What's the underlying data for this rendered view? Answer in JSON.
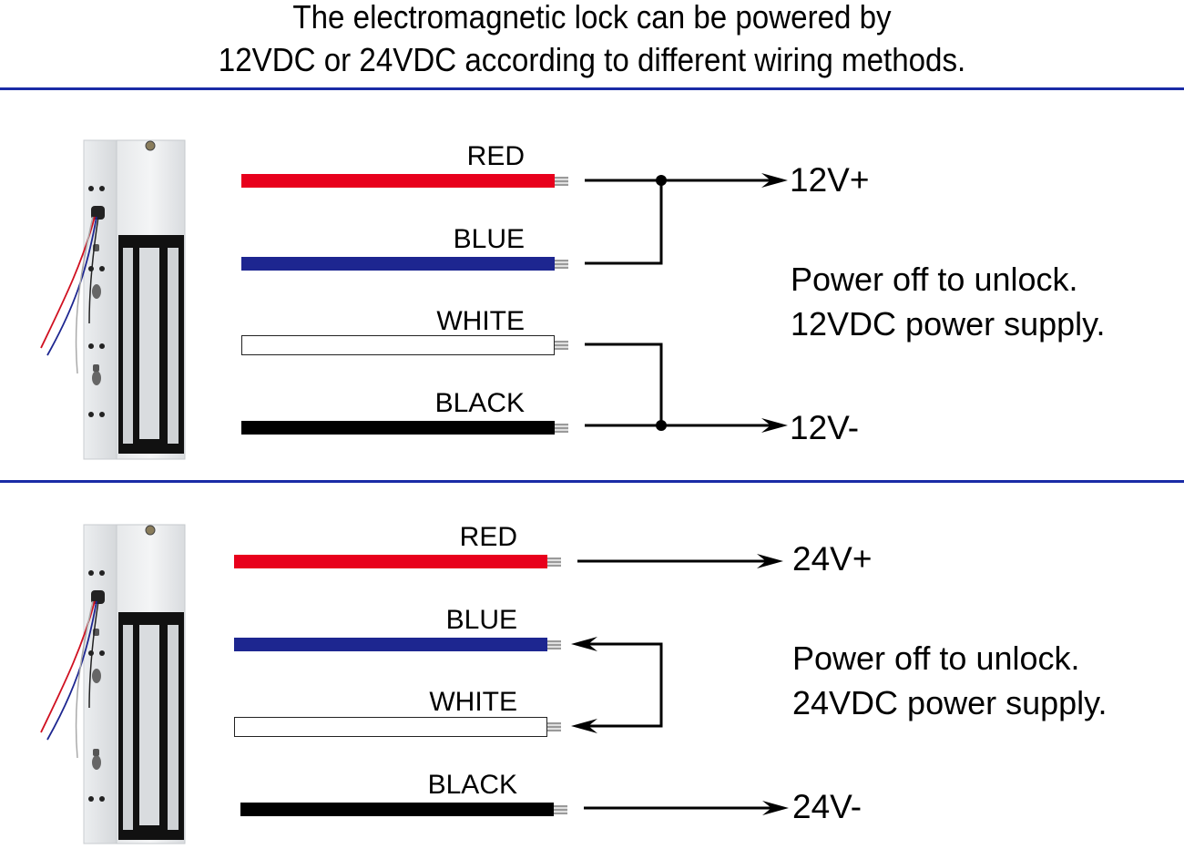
{
  "title": {
    "line1": "The electromagnetic lock can be powered by",
    "line2": "12VDC or 24VDC according to different wiring methods."
  },
  "colors": {
    "divider": "#1a2ba6",
    "red_wire": "#e8001c",
    "blue_wire": "#1d2690",
    "white_wire": "#ffffff",
    "black_wire": "#000000"
  },
  "sections": [
    {
      "id": "12v",
      "wires": [
        {
          "label": "RED",
          "color": "red"
        },
        {
          "label": "BLUE",
          "color": "blue"
        },
        {
          "label": "WHITE",
          "color": "white"
        },
        {
          "label": "BLACK",
          "color": "black"
        }
      ],
      "outputs": {
        "positive": "12V+",
        "negative": "12V-"
      },
      "connections": "RED+BLUE joined to 12V+; WHITE+BLACK joined to 12V-",
      "note": {
        "line1": "Power off to unlock.",
        "line2": "12VDC power supply."
      }
    },
    {
      "id": "24v",
      "wires": [
        {
          "label": "RED",
          "color": "red"
        },
        {
          "label": "BLUE",
          "color": "blue"
        },
        {
          "label": "WHITE",
          "color": "white"
        },
        {
          "label": "BLACK",
          "color": "black"
        }
      ],
      "outputs": {
        "positive": "24V+",
        "negative": "24V-"
      },
      "connections": "RED to 24V+; BLUE looped to WHITE; BLACK to 24V-",
      "note": {
        "line1": "Power off to unlock.",
        "line2": "24VDC power supply."
      }
    }
  ]
}
